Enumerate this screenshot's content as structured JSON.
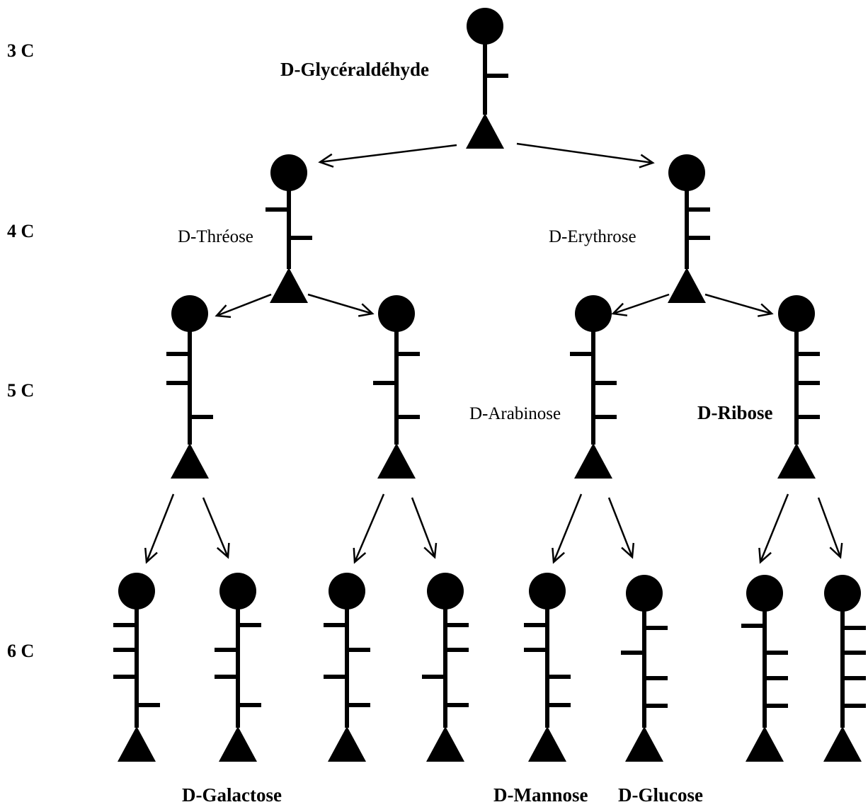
{
  "colors": {
    "ink": "#000000",
    "background": "#ffffff"
  },
  "levels": [
    "3 C",
    "4 C",
    "5 C",
    "6 C"
  ],
  "labels": {
    "glyceraldehyde": "D-Glycéraldéhyde",
    "threose": "D-Thréose",
    "erythrose": "D-Erythrose",
    "arabinose": "D-Arabinose",
    "ribose": "D-Ribose",
    "galactose": "D-Galactose",
    "mannose": "D-Mannose",
    "glucose": "D-Glucose"
  },
  "molecules": [
    {
      "id": "glyceraldehyde",
      "level": 0,
      "ticks": [
        "R"
      ]
    },
    {
      "id": "threose",
      "level": 1,
      "ticks": [
        "L",
        "R"
      ]
    },
    {
      "id": "erythrose",
      "level": 1,
      "ticks": [
        "R",
        "R"
      ]
    },
    {
      "id": "pentose-1",
      "level": 2,
      "ticks": [
        "L",
        "L",
        "R"
      ]
    },
    {
      "id": "pentose-2",
      "level": 2,
      "ticks": [
        "R",
        "L",
        "R"
      ]
    },
    {
      "id": "arabinose",
      "level": 2,
      "ticks": [
        "L",
        "R",
        "R"
      ]
    },
    {
      "id": "ribose",
      "level": 2,
      "ticks": [
        "R",
        "R",
        "R"
      ]
    },
    {
      "id": "hexose-1",
      "level": 3,
      "ticks": [
        "L",
        "L",
        "L",
        "R"
      ]
    },
    {
      "id": "galactose",
      "level": 3,
      "ticks": [
        "R",
        "L",
        "L",
        "R"
      ]
    },
    {
      "id": "hexose-3",
      "level": 3,
      "ticks": [
        "L",
        "R",
        "L",
        "R"
      ]
    },
    {
      "id": "hexose-4",
      "level": 3,
      "ticks": [
        "R",
        "R",
        "L",
        "R"
      ]
    },
    {
      "id": "mannose",
      "level": 3,
      "ticks": [
        "L",
        "L",
        "R",
        "R"
      ]
    },
    {
      "id": "glucose",
      "level": 3,
      "ticks": [
        "R",
        "L",
        "R",
        "R"
      ]
    },
    {
      "id": "hexose-7",
      "level": 3,
      "ticks": [
        "L",
        "R",
        "R",
        "R"
      ]
    },
    {
      "id": "hexose-8",
      "level": 3,
      "ticks": [
        "R",
        "R",
        "R",
        "R"
      ]
    }
  ]
}
